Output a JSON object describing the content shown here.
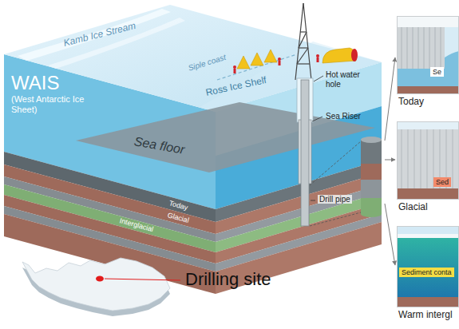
{
  "diagram": {
    "nodes": [
      {
        "text": [
          "Today"
        ]
      },
      {
        "text": [
          "Se"
        ],
        "in": 0
      },
      {
        "text": [
          "Glacial"
        ]
      },
      {
        "text": [
          "Sed"
        ],
        "in": 2
      },
      {
        "text": [
          "Warm intergl"
        ]
      },
      {
        "text": [
          "Sediment conta"
        ],
        "in": 4
      }
    ],
    "labels": [
      "WAIS",
      "(West Antarctic Ice Sheet)",
      "Kamb Ice Stream",
      "Siple coast",
      "Ross Ice Shelf",
      "Hot water hole",
      "Sea Riser",
      "Sea floor",
      "Today",
      "Glacial",
      "Interglacial",
      "Drill pipe",
      "Drilling site"
    ]
  }
}
